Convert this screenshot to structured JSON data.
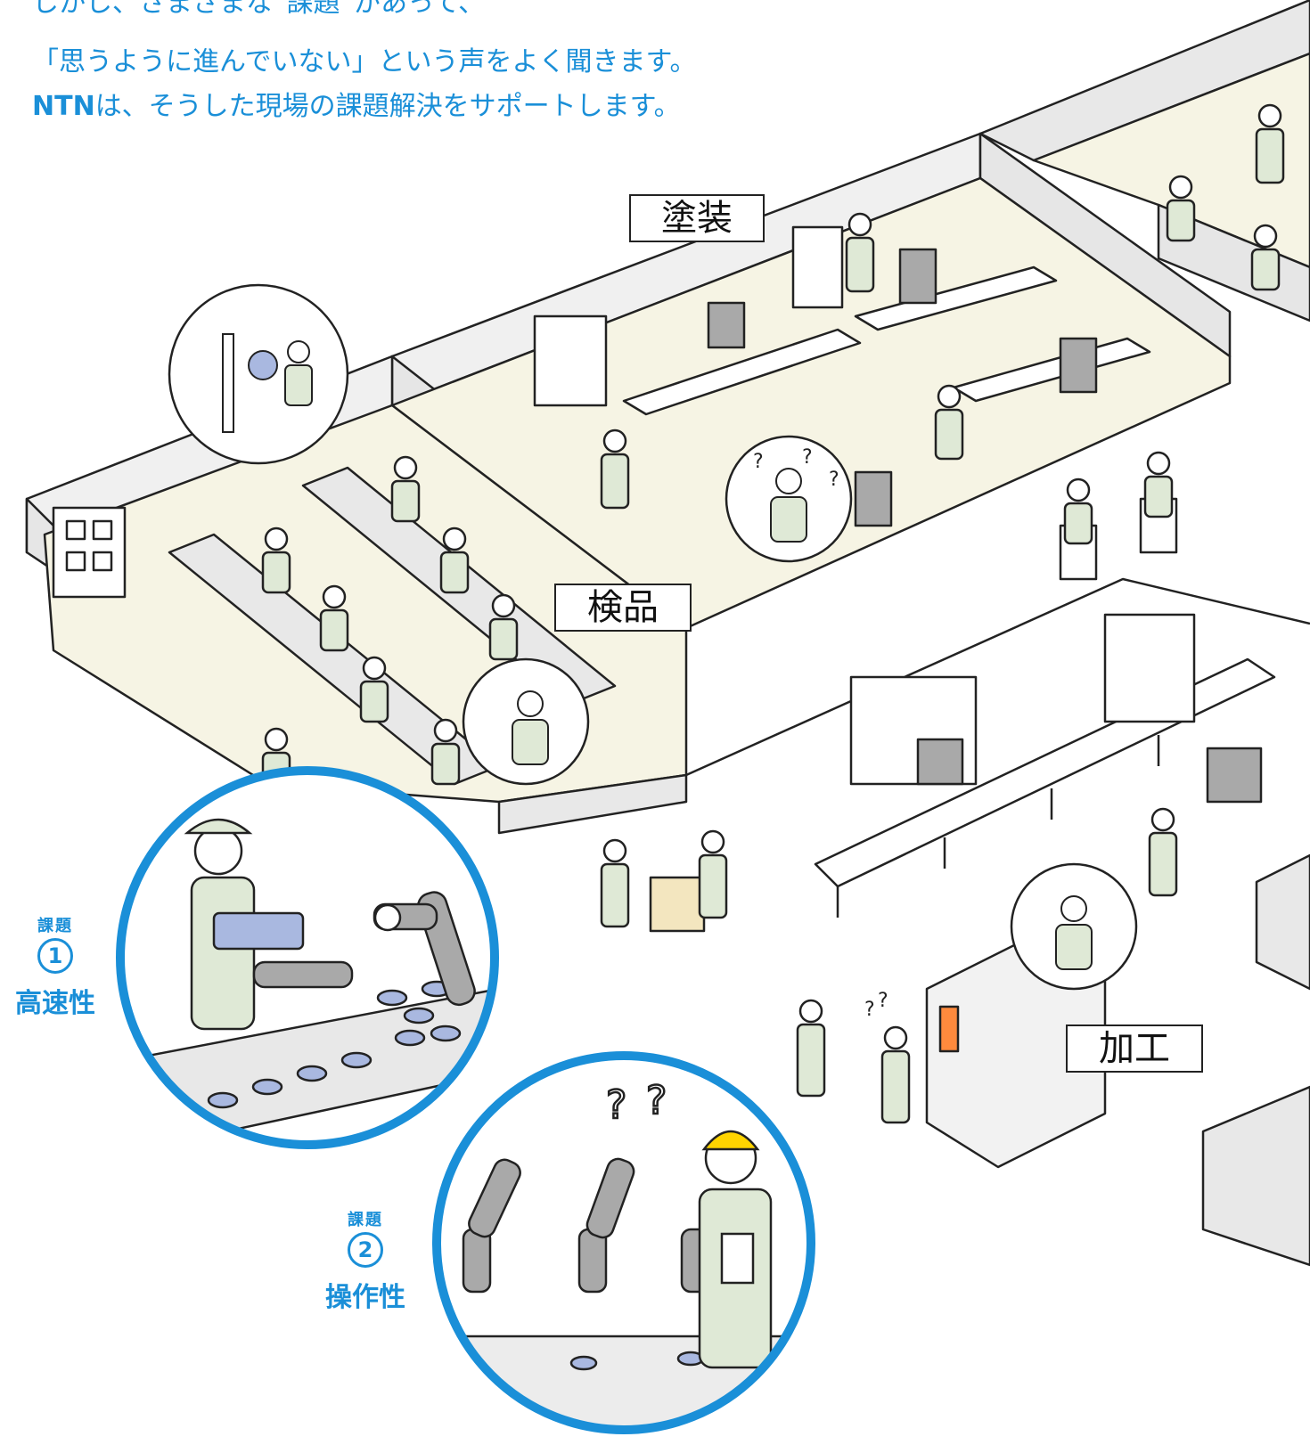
{
  "headline": {
    "line1": "しかし、さまざまな“課題”があって、",
    "line2": "「思うように進んでいない」という声をよく聞きます。",
    "line3_brand": "NTN",
    "line3_rest": "は、そうした現場の課題解決をサポートします。"
  },
  "areas": {
    "painting": "塗装",
    "inspection": "検品",
    "machining": "加工"
  },
  "issues": [
    {
      "tag": "課題",
      "number": "1",
      "name": "高速性"
    },
    {
      "tag": "課題",
      "number": "2",
      "name": "操作性"
    }
  ],
  "colors": {
    "accent_blue": "#1a8fd8",
    "floor_cream": "#f6f4e4",
    "worker_green": "#dfe9d6",
    "line_black": "#222222",
    "robot_gray": "#a9a9a9",
    "part_blue": "#a9b8e0",
    "helmet_yellow": "#ffd400"
  }
}
